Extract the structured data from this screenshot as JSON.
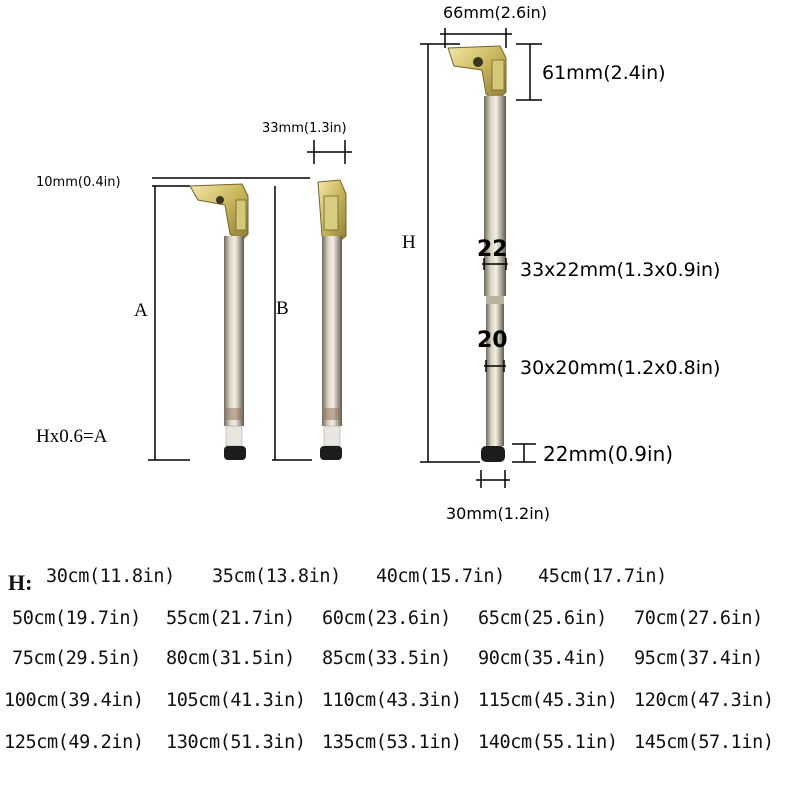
{
  "leg_a": {
    "dim_top": "10mm(0.4in)",
    "label": "A",
    "formula": "Hx0.6=A"
  },
  "leg_b": {
    "dim_width": "33mm(1.3in)",
    "label": "B"
  },
  "leg_h": {
    "dim_bracket_width": "66mm(2.6in)",
    "dim_bracket_height": "61mm(2.4in)",
    "label": "H",
    "upper_tube_mark": "22",
    "upper_tube_size": "33x22mm(1.3x0.9in)",
    "lower_tube_mark": "20",
    "lower_tube_size": "30x20mm(1.2x0.8in)",
    "foot_height": "22mm(0.9in)",
    "foot_width": "30mm(1.2in)"
  },
  "sizes": {
    "label": "H:",
    "rows": [
      [
        "30cm(11.8in)",
        "35cm(13.8in)",
        "40cm(15.7in)",
        "45cm(17.7in)"
      ],
      [
        "50cm(19.7in)",
        "55cm(21.7in)",
        "60cm(23.6in)",
        "65cm(25.6in)",
        "70cm(27.6in)"
      ],
      [
        "75cm(29.5in)",
        "80cm(31.5in)",
        "85cm(33.5in)",
        "90cm(35.4in)",
        "95cm(37.4in)"
      ],
      [
        "100cm(39.4in)",
        "105cm(41.3in)",
        "110cm(43.3in)",
        "115cm(45.3in)",
        "120cm(47.3in)"
      ],
      [
        "125cm(49.2in)",
        "130cm(51.3in)",
        "135cm(53.1in)",
        "140cm(55.1in)",
        "145cm(57.1in)"
      ]
    ]
  }
}
